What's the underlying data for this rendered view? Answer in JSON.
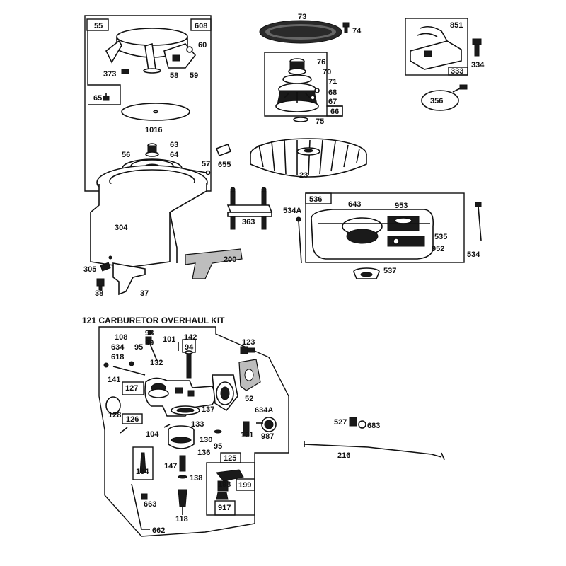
{
  "kit_title": "121 CARBURETOR OVERHAUL KIT",
  "parts": {
    "p55": "55",
    "p608": "608",
    "p60": "60",
    "p373": "373",
    "p58": "58",
    "p59": "59",
    "p65": "65",
    "p1016": "1016",
    "p63": "63",
    "p64": "64",
    "p56": "56",
    "p57": "57",
    "p304": "304",
    "p305": "305",
    "p38": "38",
    "p37": "37",
    "p200": "200",
    "p655": "655",
    "p73": "73",
    "p74": "74",
    "p76": "76",
    "p70": "70",
    "p71": "71",
    "p68": "68",
    "p67": "67",
    "p66": "66",
    "p75": "75",
    "p23": "23",
    "p363": "363",
    "p851": "851",
    "p334": "334",
    "p333": "333",
    "p356": "356",
    "p536": "536",
    "p643": "643",
    "p953": "953",
    "p535": "535",
    "p952": "952",
    "p534a": "534A",
    "p534": "534",
    "p537": "537",
    "p108": "108",
    "p634": "634",
    "p95a": "95",
    "p98": "98",
    "p99": "99",
    "p101": "101",
    "p142": "142",
    "p94": "94",
    "p618": "618",
    "p132": "132",
    "p141": "141",
    "p127": "127",
    "p128": "128",
    "p126": "126",
    "p137": "137",
    "p104": "104",
    "p133": "133",
    "p130": "130",
    "p95b": "95",
    "p136": "136",
    "p134": "134",
    "p147": "147",
    "p138": "138",
    "p125": "125",
    "p198": "198",
    "p199": "199",
    "p917": "917",
    "p663": "663",
    "p118": "118",
    "p662": "662",
    "p123": "123",
    "p52": "52",
    "p634a": "634A",
    "p131": "131",
    "p987": "987",
    "p527": "527",
    "p683": "683",
    "p216": "216"
  }
}
